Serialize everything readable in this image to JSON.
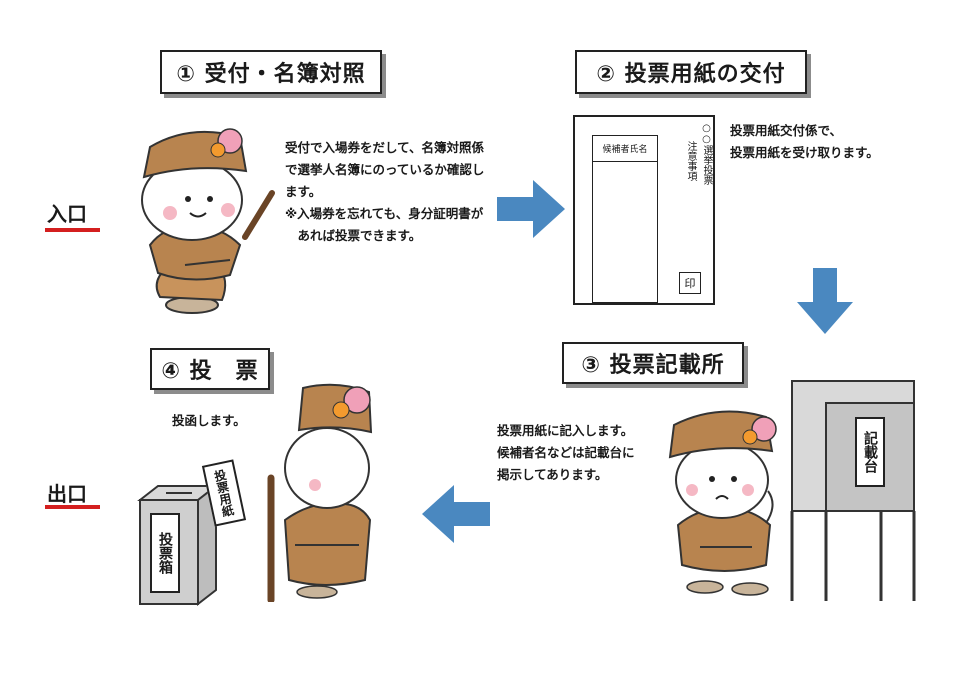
{
  "steps": [
    {
      "title": "① 受付・名簿対照",
      "lines": [
        "受付で入場券をだして、名簿対照係",
        "で選挙人名簿にのっているか確認し",
        "ます。",
        "※入場券を忘れても、身分証明書が",
        "　あれば投票できます。"
      ]
    },
    {
      "title": "② 投票用紙の交付",
      "lines": [
        "投票用紙交付係で、",
        "投票用紙を受け取ります。"
      ]
    },
    {
      "title": "③ 投票記載所",
      "lines": [
        "投票用紙に記入します。",
        "候補者名などは記載台に",
        "掲示してあります。"
      ]
    },
    {
      "title": "④ 投　票",
      "lines": [
        "投函します。"
      ]
    }
  ],
  "entrance": "入口",
  "exit": "出口",
  "ballot": {
    "name_box": "候補者氏名",
    "header": "○○選挙投票",
    "note": "注意事項",
    "seal": "印"
  },
  "booth_sign": "記載台",
  "ballot_box_sign": "投票箱",
  "held_ballot": "投票用紙",
  "colors": {
    "arrow": "#4a88c0",
    "underline": "#d41f1f",
    "character": "#b8844f"
  }
}
